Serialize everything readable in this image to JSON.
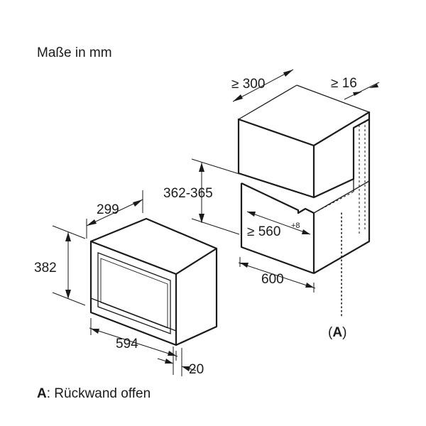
{
  "title": "Maße in mm",
  "device": {
    "depth": "299",
    "height": "382",
    "width": "594",
    "front_offset": "20"
  },
  "niche": {
    "depth_min": "≥ 300",
    "gap_min": "≥ 16",
    "opening_height": "362-365",
    "width_label_prefix": "≥ 560",
    "width_tolerance": "+8",
    "cabinet_width": "600"
  },
  "callout": {
    "marker_open": "(",
    "marker_letter": "A",
    "marker_close": ")"
  },
  "legend": {
    "key": "A",
    "text": ": Rückwand offen"
  }
}
